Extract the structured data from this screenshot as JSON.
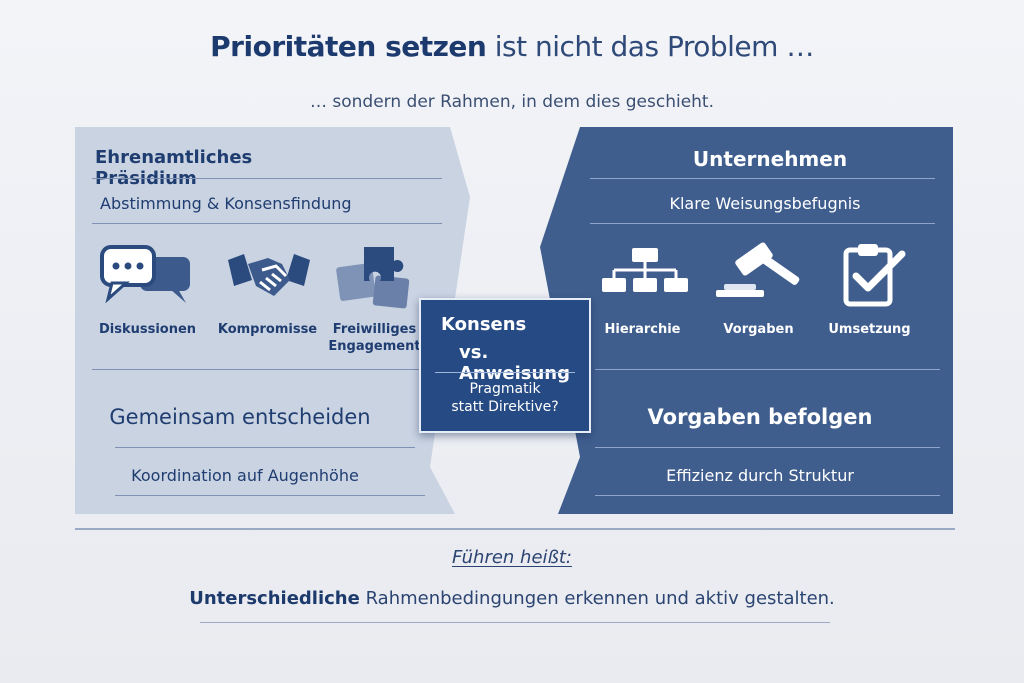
{
  "header": {
    "title_strong": "Prioritäten setzen",
    "title_rest": " ist nicht das Problem …",
    "subtitle": "… sondern der Rahmen, in dem dies geschieht."
  },
  "left": {
    "heading": "Ehrenamtliches Präsidium",
    "subheading": "Abstimmung & Konsensfindung",
    "icons": [
      {
        "name": "speech-bubbles-icon",
        "label": "Diskussionen"
      },
      {
        "name": "handshake-icon",
        "label": "Kompromisse"
      },
      {
        "name": "puzzle-icon",
        "label_line1": "Freiwilliges",
        "label_line2": "Engagement"
      }
    ],
    "statement": "Gemeinsam entscheiden",
    "note": "Koordination auf Augenhöhe"
  },
  "right": {
    "heading": "Unternehmen",
    "subheading": "Klare Weisungsbefugnis",
    "icons": [
      {
        "name": "hierarchy-icon",
        "label": "Hierarchie"
      },
      {
        "name": "gavel-icon",
        "label": "Vorgaben"
      },
      {
        "name": "clipboard-check-icon",
        "label": "Umsetzung"
      }
    ],
    "statement": "Vorgaben befolgen",
    "note": "Effizienz durch Struktur"
  },
  "center": {
    "line1": "Konsens",
    "line2": "vs. Anweisung",
    "line3": "Pragmatik",
    "line4": "statt Direktive?"
  },
  "footer": {
    "heading": "Führen heißt:",
    "line_strong": "Unterschiedliche",
    "line_rest": " Rahmenbedingungen erkennen und aktiv gestalten."
  },
  "colors": {
    "left_panel": "#c9d3e2",
    "right_panel": "#3f5e8e",
    "center_box": "#264a84",
    "text_dark": "#1f3d70"
  }
}
